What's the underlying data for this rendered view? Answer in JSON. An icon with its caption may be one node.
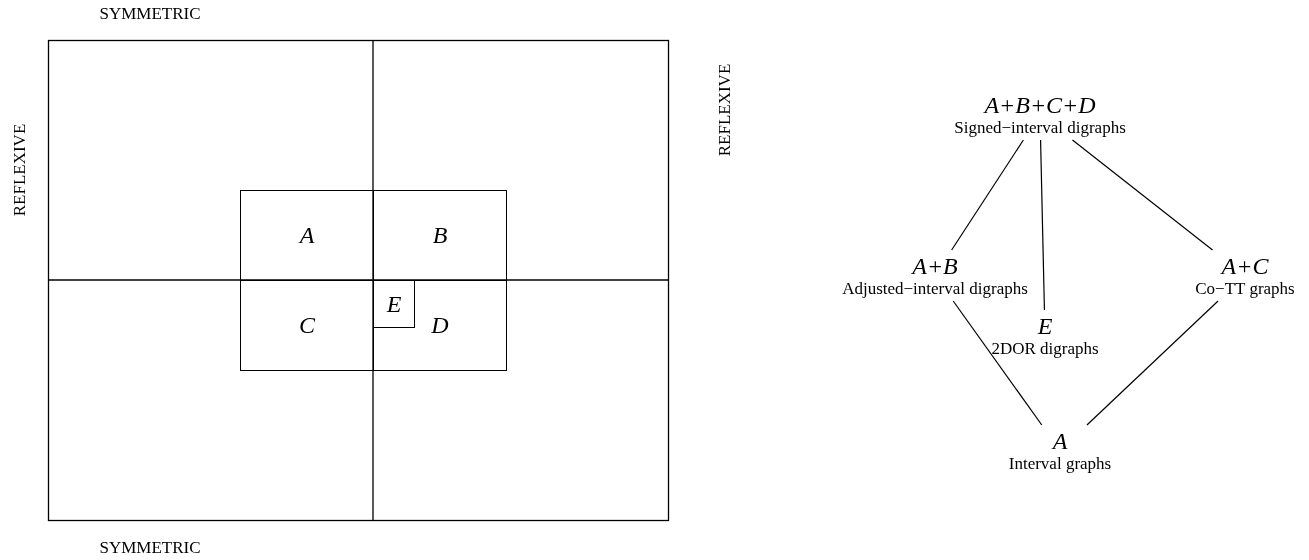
{
  "diagram": {
    "nodes": [
      {
        "text": [
          "A"
        ]
      },
      {
        "text": [
          "B"
        ]
      },
      {
        "text": [
          "C"
        ]
      },
      {
        "text": [
          "D"
        ]
      },
      {
        "text": [
          "E"
        ],
        "in": 3
      },
      {
        "text": [
          "A+B+C+D",
          "Signed−interval digraphs"
        ]
      },
      {
        "text": [
          "A+B",
          "Adjusted−interval digraphs"
        ]
      },
      {
        "text": [
          "A+C",
          "Co−TT graphs"
        ]
      },
      {
        "text": [
          "E",
          "2DOR digraphs"
        ]
      },
      {
        "text": [
          "A",
          "Interval graphs"
        ]
      }
    ],
    "edges": [
      {
        "from": 5,
        "to": 6,
        "arrow": "none"
      },
      {
        "from": 5,
        "to": 8,
        "arrow": "none"
      },
      {
        "from": 5,
        "to": 7,
        "arrow": "none"
      },
      {
        "from": 6,
        "to": 9,
        "arrow": "none"
      },
      {
        "from": 7,
        "to": 9,
        "arrow": "none"
      }
    ],
    "labels": [
      "SYMMETRIC",
      "REFLEXIVE",
      "REFLEXIVE",
      "SYMMETRIC"
    ]
  }
}
